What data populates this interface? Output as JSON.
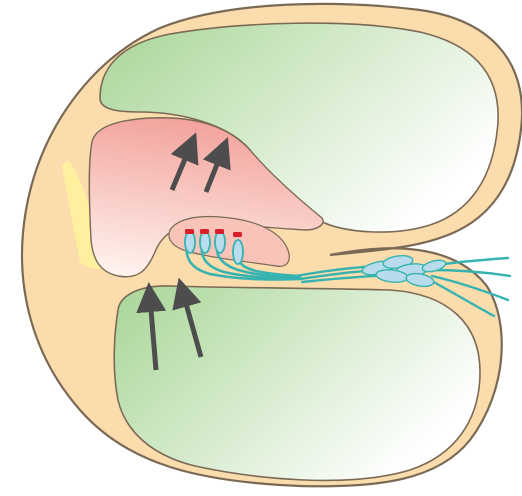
{
  "diagram": {
    "colors": {
      "background": "#ffffff",
      "outline": "#7a6a55",
      "outer_tissue": "#fbdcad",
      "scala_fill_dark": "#a8d596",
      "scala_fill_light": "#ffffff",
      "duct_fill_top": "#f3a29c",
      "duct_fill_bottom": "#fff3ee",
      "membrane_fill": "#f8c3b8",
      "stria_yellow": "#fff0a0",
      "hair_cell": "#36b3b0",
      "hair_cell_tip": "#d8202c",
      "nerve": "#36b3b0",
      "ganglion": "#b8dcec",
      "arrow": "#4d4d4d"
    },
    "arrows": {
      "upper_count": 2,
      "lower_count": 2
    },
    "hair_cells": {
      "count": 4
    }
  }
}
